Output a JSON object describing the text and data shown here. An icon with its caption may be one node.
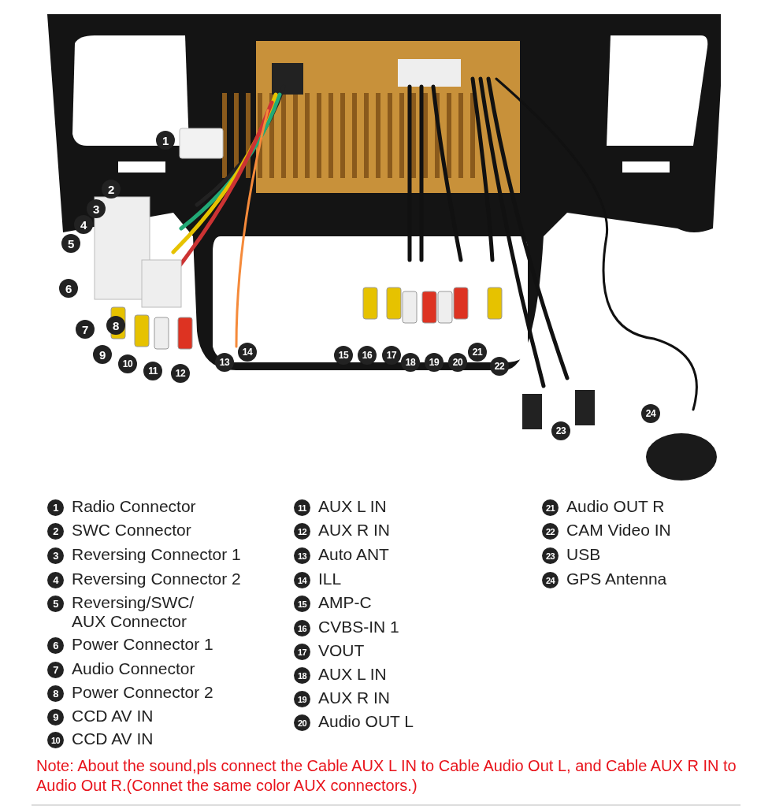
{
  "diagram": {
    "labels": [
      "1",
      "2",
      "3",
      "4",
      "5",
      "6",
      "7",
      "8",
      "9",
      "10",
      "11",
      "12",
      "13",
      "14",
      "15",
      "16",
      "17",
      "18",
      "19",
      "20",
      "21",
      "22",
      "23",
      "24",
      "1",
      "Radio Connector",
      "2",
      "SWC Connector",
      "3",
      "Reversing Connector 1",
      "4",
      "Reversing Connector 2",
      "5",
      "Reversing/SWC/ AUX Connector",
      "6",
      "Power Connector 1",
      "7",
      "Audio Connector",
      "8",
      "Power Connector 2",
      "9",
      "CCD AV IN",
      "10",
      "CCD AV IN",
      "11",
      "AUX L IN",
      "12",
      "AUX R IN",
      "13",
      "Auto ANT",
      "14",
      "ILL",
      "15",
      "AMP-C",
      "16",
      "CVBS-IN 1",
      "17",
      "VOUT",
      "18",
      "AUX L IN",
      "19",
      "AUX R IN",
      "20",
      "Audio OUT L",
      "21",
      "Audio OUT R",
      "22",
      "CAM Video IN",
      "23",
      "USB",
      "24",
      "GPS Antenna",
      "Note: About the sound,pls connect the Cable AUX L IN to Cable Audio Out L, and Cable AUX R IN to Audio Out R.(Connet the same color AUX connectors.)"
    ]
  }
}
